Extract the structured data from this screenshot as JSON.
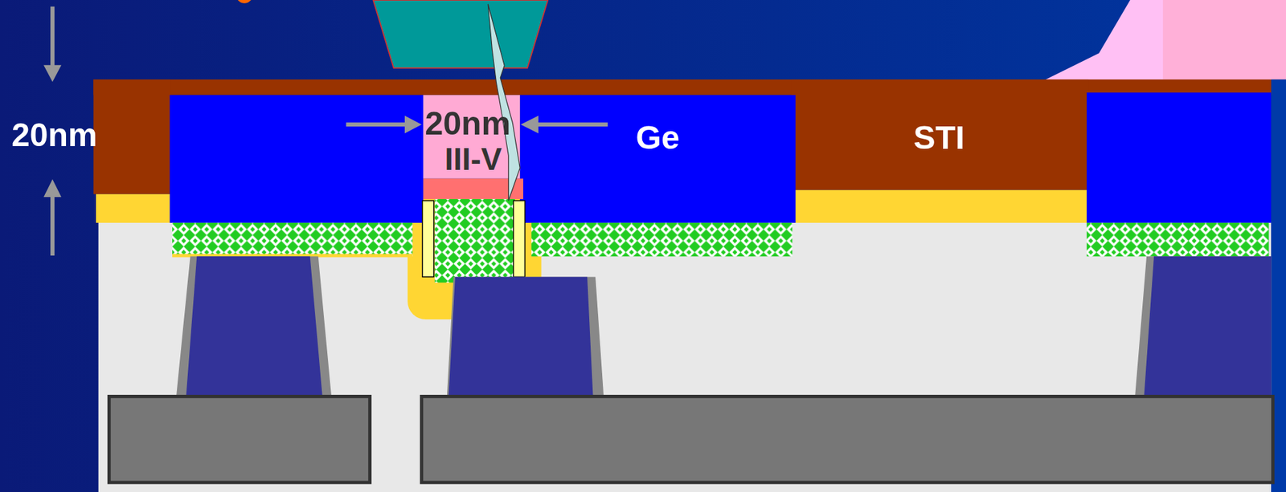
{
  "diagram": {
    "nodes": [
      {
        "text": [
          "III-V"
        ]
      },
      {
        "text": [
          "Ge"
        ]
      },
      {
        "text": [
          "STI"
        ]
      }
    ],
    "labels": [
      "20nm",
      "20nm"
    ]
  }
}
